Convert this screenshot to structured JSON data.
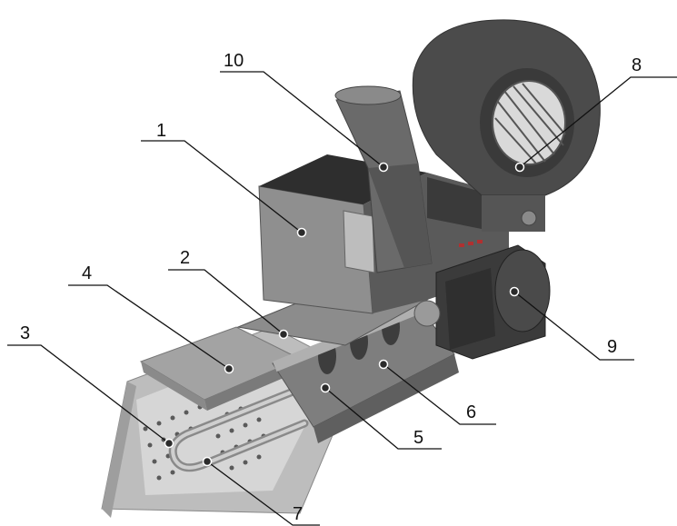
{
  "callouts": [
    {
      "id": "1",
      "label": "1"
    },
    {
      "id": "2",
      "label": "2"
    },
    {
      "id": "3",
      "label": "3"
    },
    {
      "id": "4",
      "label": "4"
    },
    {
      "id": "5",
      "label": "5"
    },
    {
      "id": "6",
      "label": "6"
    },
    {
      "id": "7",
      "label": "7"
    },
    {
      "id": "8",
      "label": "8"
    },
    {
      "id": "9",
      "label": "9"
    },
    {
      "id": "10",
      "label": "10"
    }
  ],
  "colors": {
    "body_dark": "#3d3d3d",
    "body_mid": "#6e6e6e",
    "body_light": "#a9a9a9",
    "tray": "#c9c9c9",
    "line": "#111111"
  }
}
